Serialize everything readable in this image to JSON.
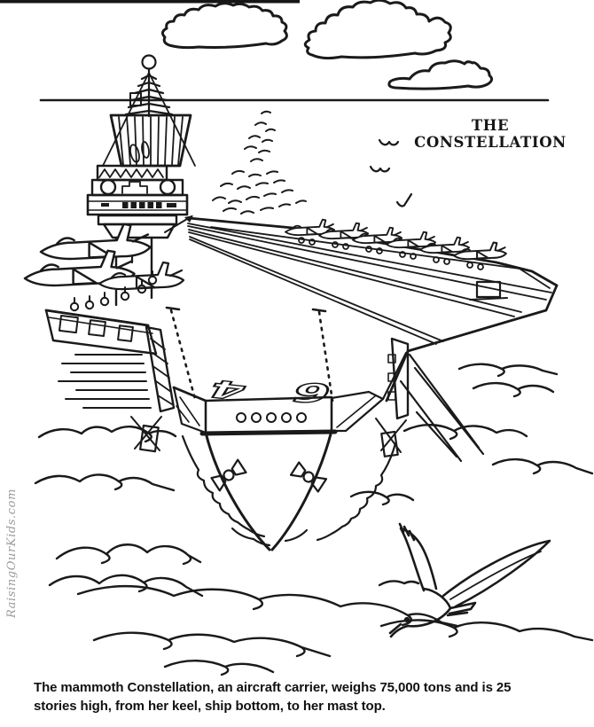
{
  "artwork": {
    "kind": "coloring-page line art",
    "subject": "Aircraft carrier bow view with jets on deck, island tower, clouds, ocean waves and a seagull",
    "title": {
      "line1": "THE",
      "line2": "CONSTELLATION"
    },
    "hull_number": {
      "combined": "64",
      "left_digit": "4",
      "right_digit": "6"
    },
    "caption": {
      "line1": "The mammoth Constellation, an aircraft carrier, weighs 75,000 tons and is 25",
      "line2": "stories high, from her keel, ship bottom, to her mast top."
    },
    "watermark": "RaisingOurKids.com",
    "colors": {
      "ink": "#1a1a1a",
      "paper": "#ffffff",
      "watermark_gray": "#9b9b9b"
    },
    "facts_shown": {
      "weight_tons": "75,000",
      "height_stories": "25"
    }
  }
}
